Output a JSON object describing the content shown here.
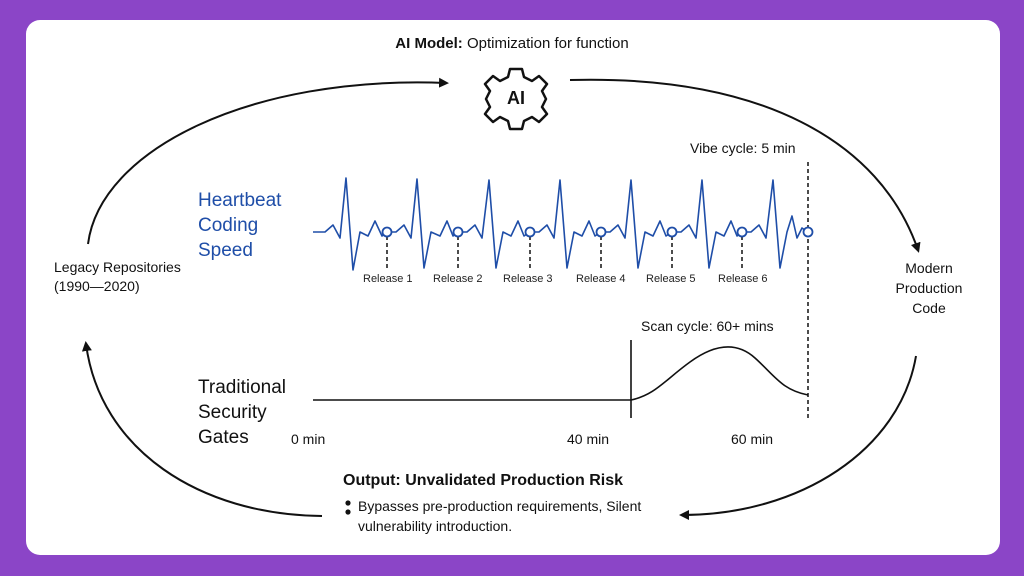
{
  "top_label": {
    "bold": "AI Model:",
    "rest": " Optimization for function"
  },
  "ai_gear": {
    "label": "AI",
    "icon": "gear-icon"
  },
  "left_node": {
    "text": "Legacy Repositories (1990—2020)"
  },
  "right_node": {
    "text": "Modern Production Code"
  },
  "heartbeat": {
    "label": "Heartbeat Coding Speed",
    "color": "#1f4ea8",
    "vibe_label": "Vibe cycle: 5 min",
    "releases": [
      "Release 1",
      "Release 2",
      "Release 3",
      "Release 4",
      "Release 5",
      "Release 6"
    ]
  },
  "security": {
    "label": "Traditional Security Gates",
    "scan_label": "Scan cycle: 60+ mins",
    "axis": [
      "0 min",
      "40 min",
      "60 min"
    ]
  },
  "output": {
    "title": "Output: Unvalidated Production Risk",
    "bullets": "Bypasses pre-production requirements, Silent vulnerability introduction."
  },
  "colors": {
    "background": "#8b45c7",
    "card": "#ffffff",
    "accent": "#1f4ea8"
  }
}
